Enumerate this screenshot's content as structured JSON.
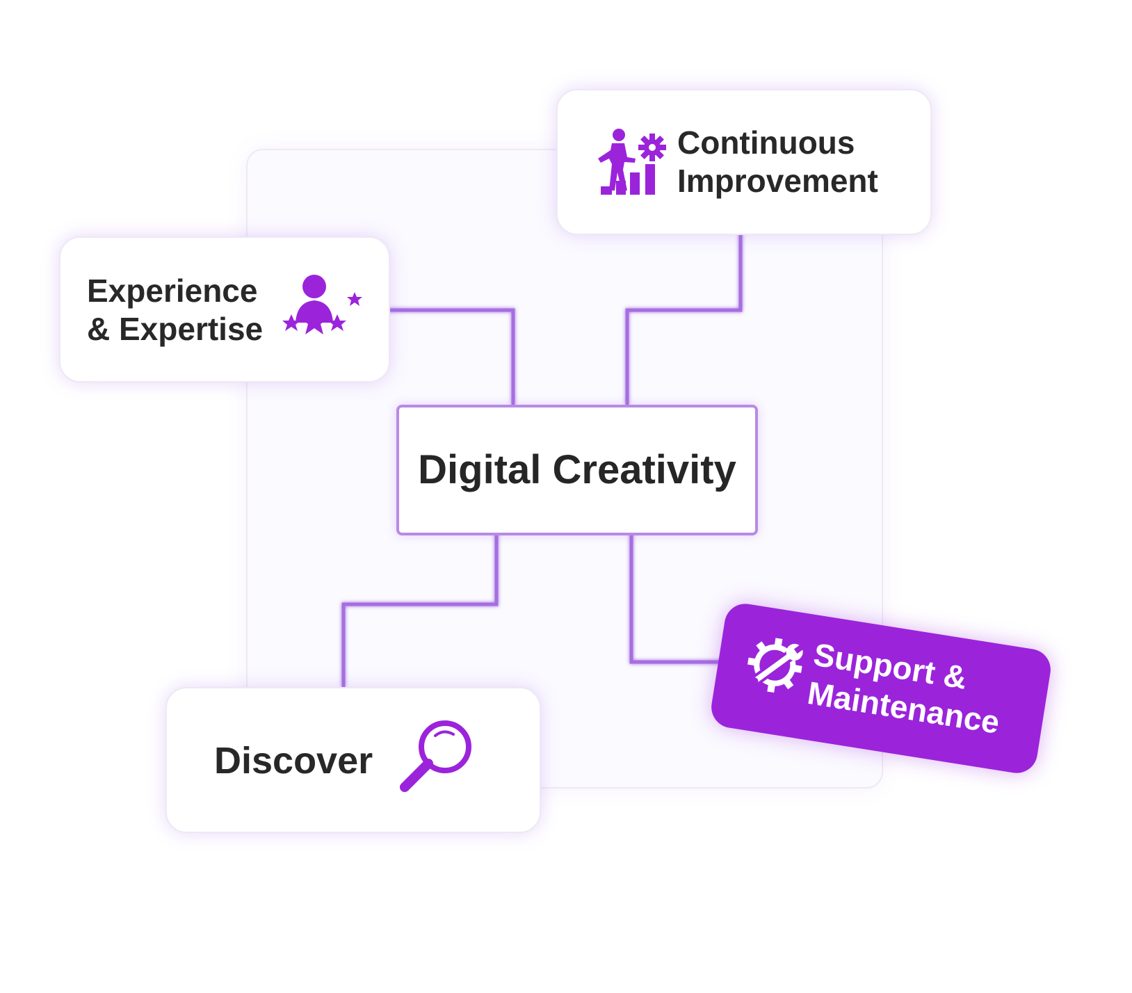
{
  "diagram": {
    "center": {
      "label": "Digital Creativity"
    },
    "nodes": {
      "continuous_improvement": {
        "label_line1": "Continuous",
        "label_line2": "Improvement",
        "icon": "growth-stairs-gear-icon"
      },
      "experience_expertise": {
        "label_line1": "Experience",
        "label_line2": "& Expertise",
        "icon": "expert-person-stars-icon"
      },
      "discover": {
        "label": "Discover",
        "icon": "magnifying-glass-icon"
      },
      "support_maintenance": {
        "label_line1": "Support &",
        "label_line2": "Maintenance",
        "icon": "gear-wrench-icon",
        "highlighted": true
      }
    }
  },
  "colors": {
    "accent": "#9b24db",
    "connector": "#a56ee0",
    "text": "#282828"
  }
}
